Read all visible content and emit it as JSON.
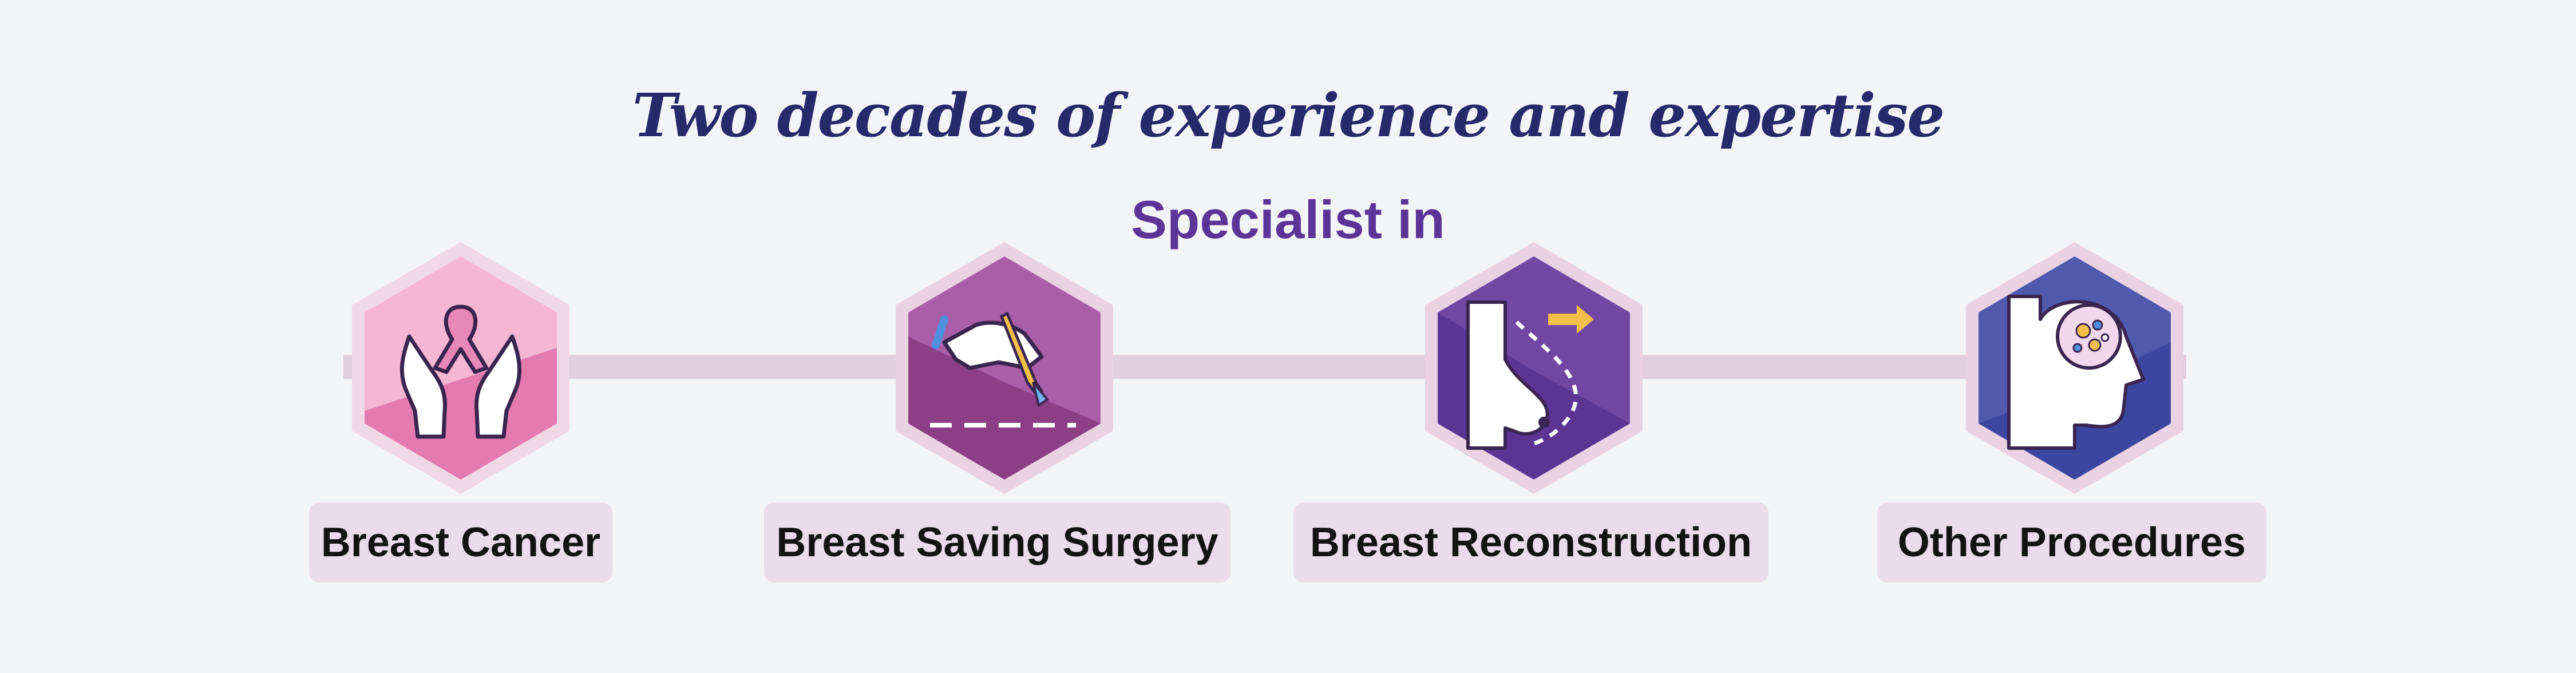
{
  "headline": "Two decades of experience and expertise",
  "subheadline": "Specialist in",
  "specialties": [
    {
      "label": "Breast Cancer",
      "icon": "ribbon-hands-icon",
      "colors": {
        "light": "#f5b6d4",
        "dark": "#e37ab0"
      }
    },
    {
      "label": "Breast Saving Surgery",
      "icon": "hand-scalpel-icon",
      "colors": {
        "light": "#aa5ea8",
        "dark": "#8c3f85"
      }
    },
    {
      "label": "Breast Reconstruction",
      "icon": "breast-profile-arrow-icon",
      "colors": {
        "light": "#7247a3",
        "dark": "#5c3494"
      }
    },
    {
      "label": "Other Procedures",
      "icon": "head-cells-icon",
      "colors": {
        "light": "#4f59ad",
        "dark": "#3a46a0"
      }
    }
  ],
  "accent_colors": {
    "headline": "#262a6b",
    "subheadline": "#5c3396",
    "bar": "#e2cede",
    "pill": "#eadcea"
  }
}
